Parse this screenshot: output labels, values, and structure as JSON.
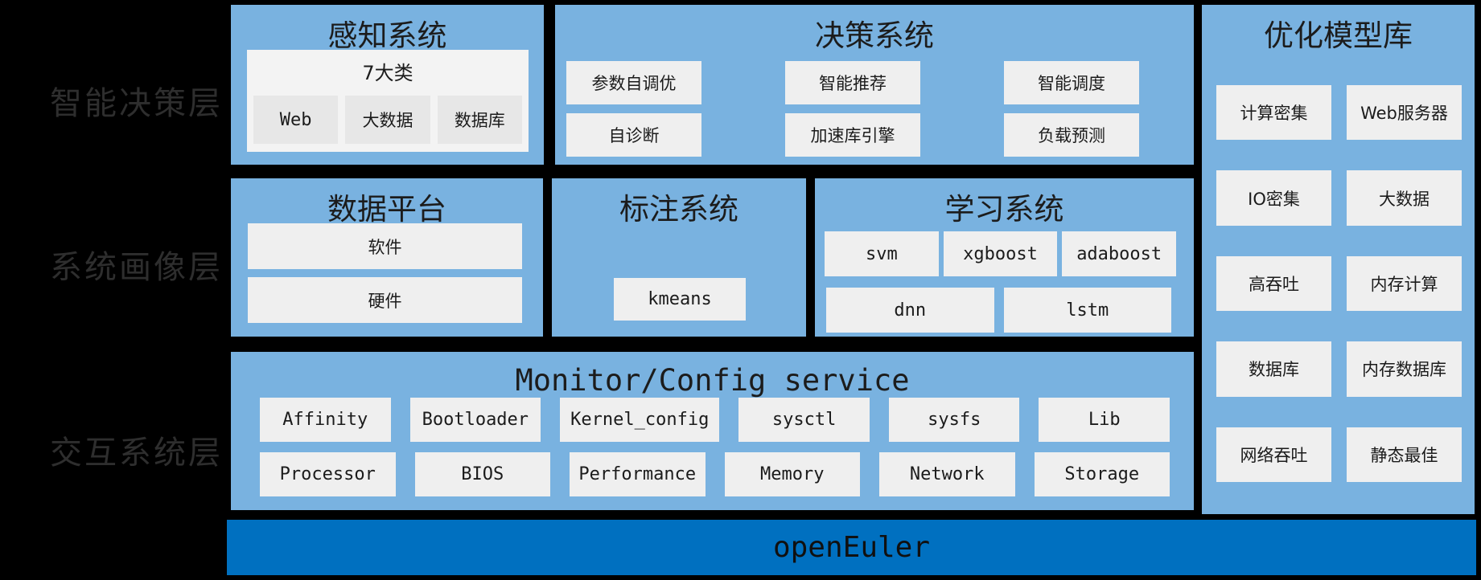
{
  "layers": [
    {
      "label": "智能决策层"
    },
    {
      "label": "系统画像层"
    },
    {
      "label": "交互系统层"
    }
  ],
  "sections": {
    "perception": {
      "title": "感知系统",
      "panel_label": "7大类",
      "chips": [
        "Web",
        "大数据",
        "数据库"
      ]
    },
    "decision": {
      "title": "决策系统",
      "chips": [
        "参数自调优",
        "智能推荐",
        "智能调度",
        "自诊断",
        "加速库引擎",
        "负载预测"
      ]
    },
    "model_library": {
      "title": "优化模型库",
      "chips": [
        "计算密集",
        "Web服务器",
        "IO密集",
        "大数据",
        "高吞吐",
        "内存计算",
        "数据库",
        "内存数据库",
        "网络吞吐",
        "静态最佳"
      ]
    },
    "data_platform": {
      "title": "数据平台",
      "chips": [
        "软件",
        "硬件"
      ]
    },
    "annotation": {
      "title": "标注系统",
      "chips": [
        "kmeans"
      ]
    },
    "learning": {
      "title": "学习系统",
      "chips_row1": [
        "svm",
        "xgboost",
        "adaboost"
      ],
      "chips_row2": [
        "dnn",
        "lstm"
      ]
    },
    "monitor": {
      "title": "Monitor/Config service",
      "chips_row1": [
        "Affinity",
        "Bootloader",
        "Kernel_config",
        "sysctl",
        "sysfs",
        "Lib"
      ],
      "chips_row2": [
        "Processor",
        "BIOS",
        "Performance",
        "Memory",
        "Network",
        "Storage"
      ]
    }
  },
  "footer": {
    "label": "openEuler"
  },
  "colors": {
    "background": "#000000",
    "panel_blue": "#79B2E0",
    "footer_blue": "#0070C0",
    "chip_bg": "#efefef",
    "inner_panel_bg": "#f3f3f3",
    "text_dark": "#1b1b1b",
    "layer_label_gray": "#2e2e2e"
  }
}
